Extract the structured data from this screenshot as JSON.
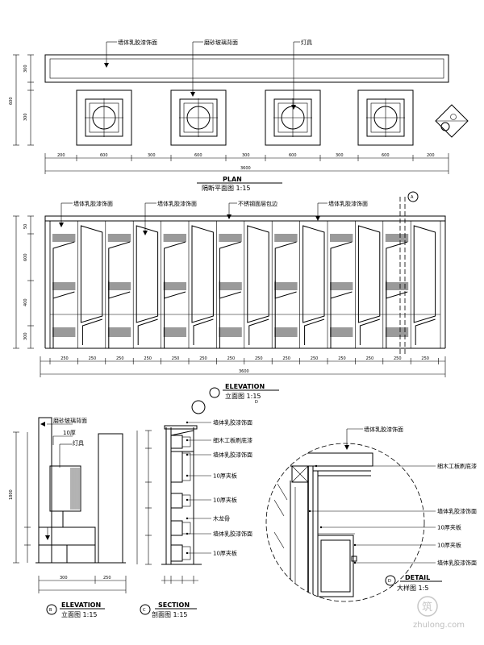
{
  "plan": {
    "callouts": [
      "墙体乳胶漆饰面",
      "磨砂玻璃背面",
      "灯具"
    ],
    "title": "PLAN",
    "subtitle": "隔断平面图 1:15",
    "dims_left": [
      "300",
      "600",
      "300"
    ],
    "dims_bottom": [
      "200",
      "600",
      "300",
      "600",
      "300",
      "600",
      "300",
      "600",
      "200"
    ],
    "dim_total": "3600"
  },
  "elevation": {
    "callouts": [
      "墙体乳胶漆饰面",
      "墙体乳胶漆饰面",
      "不锈钢面层包边",
      "墙体乳胶漆饰面"
    ],
    "title": "ELEVATION",
    "subtitle": "立面图 1:15",
    "marker": "A",
    "dims_left": [
      "50",
      "600",
      "400",
      "300"
    ],
    "dims_bottom": [
      "250",
      "250",
      "250",
      "250",
      "250",
      "250",
      "250",
      "250",
      "250",
      "250",
      "250",
      "250",
      "250",
      "250"
    ],
    "dim_total": "3600"
  },
  "elev_small": {
    "callouts": [
      "磨砂玻璃背面",
      "10厚",
      "灯具"
    ],
    "title": "ELEVATION",
    "subtitle": "立面图 1:15",
    "marker": "B",
    "dims_bottom": [
      "300",
      "250"
    ],
    "dim_left": "1800"
  },
  "section": {
    "callouts": [
      "墙体乳胶漆饰面",
      "细木工板刷底漆",
      "墙体乳胶漆饰面",
      "10厚夹板",
      "10厚夹板",
      "木龙骨",
      "墙体乳胶漆饰面",
      "10厚夹板"
    ],
    "title": "SECTION",
    "subtitle": "剖面图 1:15",
    "marker": "C"
  },
  "detail": {
    "callouts": [
      "墙体乳胶漆饰面",
      "细木工板刷底漆",
      "墙体乳胶漆饰面",
      "10厚夹板",
      "10厚夹板",
      "墙体乳胶漆饰面"
    ],
    "title": "DETAIL",
    "subtitle": "大样图 1:5",
    "marker": "D"
  },
  "watermark": "zhulong.com"
}
